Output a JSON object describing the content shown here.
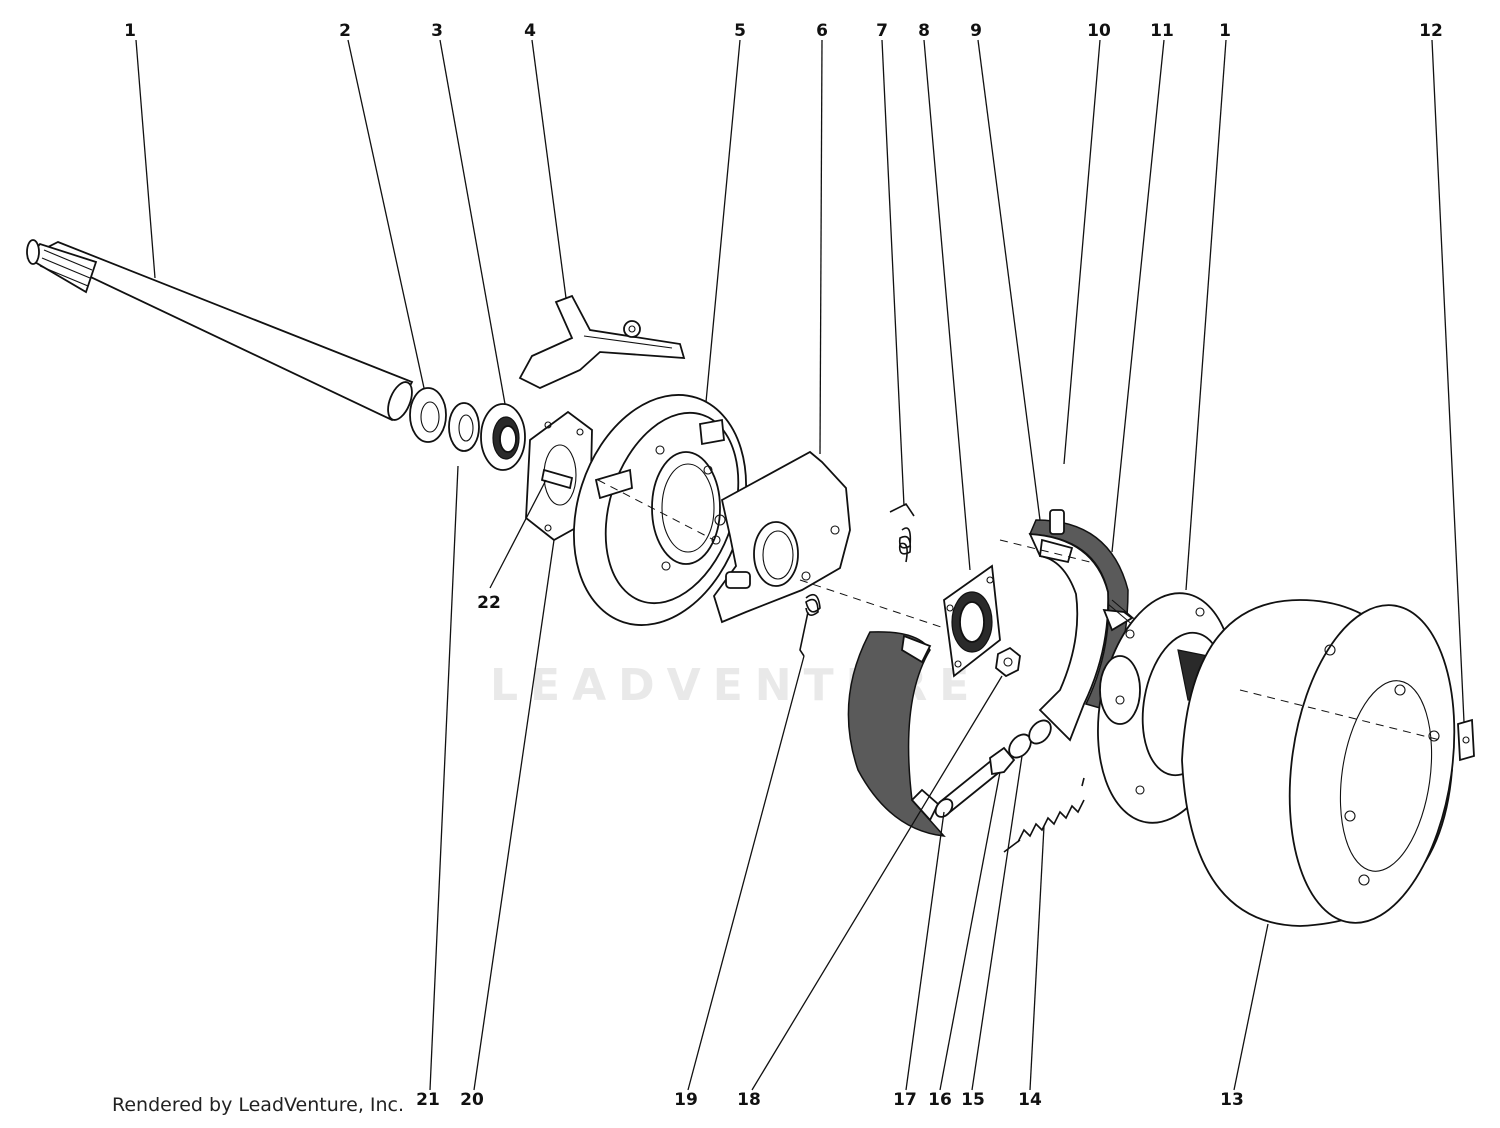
{
  "watermark": "LEADVENTURE",
  "credit": "Rendered by LeadVenture, Inc.",
  "callouts": {
    "c1a": "1",
    "c2": "2",
    "c3": "3",
    "c4": "4",
    "c5": "5",
    "c6": "6",
    "c7": "7",
    "c8": "8",
    "c9": "9",
    "c10": "10",
    "c11": "11",
    "c1b": "1",
    "c12": "12",
    "c22": "22",
    "c21": "21",
    "c20": "20",
    "c19": "19",
    "c18": "18",
    "c17": "17",
    "c16": "16",
    "c15": "15",
    "c14": "14",
    "c13": "13"
  }
}
